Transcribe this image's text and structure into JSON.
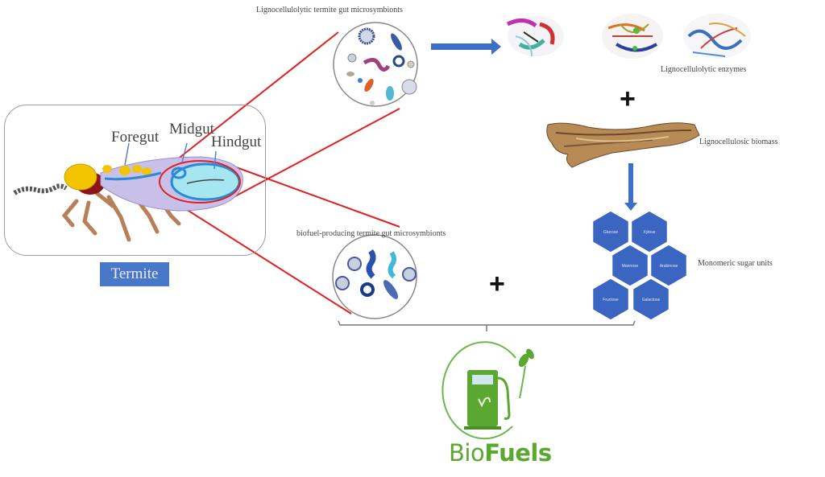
{
  "termite_panel": {
    "badge_label": "Termite",
    "gut_labels": {
      "foregut": "Foregut",
      "midgut": "Midgut",
      "hindgut": "Hindgut"
    }
  },
  "lignocellulolytic": {
    "microsymbionts_label": "Lignocellulolytic termite gut microsymbionts",
    "enzymes_label": "Lignocellulolytic enzymes",
    "biomass_label": "Lignocellulosic biomass"
  },
  "biofuel_microsymbionts_label": "biofuel-producing termite gut microsymbionts",
  "sugar_units": {
    "label": "Monomeric sugar units",
    "hexagons": [
      "Glucose",
      "Xylose",
      "Mannose",
      "Arabinose",
      "Fructose",
      "Galactose"
    ]
  },
  "operators": {
    "plus": "+"
  },
  "output": {
    "bio": "Bio",
    "fuels": "Fuels"
  },
  "colors": {
    "connector_red": "#e02020",
    "arrow_blue": "#3d6fc4",
    "hex_blue": "#3a66c2",
    "badge_blue": "#4a78c9",
    "biofuel_green": "#5aa832"
  }
}
